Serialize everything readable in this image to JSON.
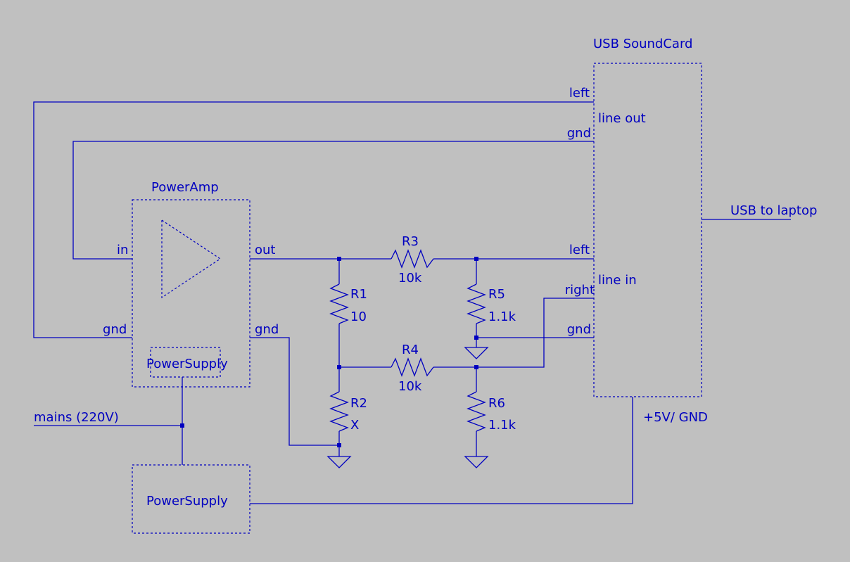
{
  "blocks": {
    "soundcard": {
      "title": "USB SoundCard",
      "line_out": "line out",
      "line_in": "line in"
    },
    "poweramp": {
      "title": "PowerAmp",
      "in": "in",
      "out": "out",
      "gnd_left": "gnd",
      "gnd_right": "gnd",
      "supply": "PowerSupply"
    },
    "powersupply": {
      "title": "PowerSupply"
    }
  },
  "ports": {
    "out_left": "left",
    "out_gnd": "gnd",
    "in_left": "left",
    "in_right": "right",
    "in_gnd": "gnd"
  },
  "labels": {
    "usb_to_laptop": "USB to laptop",
    "mains": "mains (220V)",
    "five_v": "+5V/ GND"
  },
  "components": [
    {
      "ref": "R1",
      "value": "10"
    },
    {
      "ref": "R2",
      "value": "X"
    },
    {
      "ref": "R3",
      "value": "10k"
    },
    {
      "ref": "R4",
      "value": "10k"
    },
    {
      "ref": "R5",
      "value": "1.1k"
    },
    {
      "ref": "R6",
      "value": "1.1k"
    }
  ]
}
